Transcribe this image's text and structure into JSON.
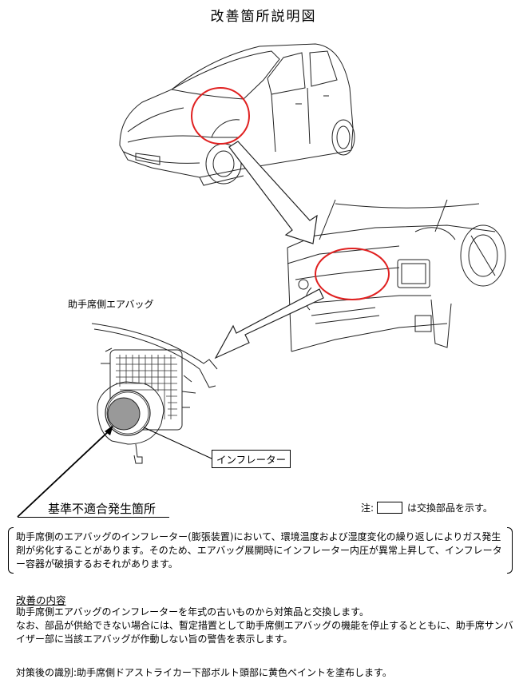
{
  "title": "改善箇所説明図",
  "labels": {
    "airbag": "助手席側エアバッグ",
    "inflator": "インフレーター",
    "defect_location": "基準不適合発生箇所",
    "note_prefix": "注:",
    "note_suffix": "は交換部品を示す。"
  },
  "description": "助手席側のエアバッグのインフレーター(膨張装置)において、環境温度および湿度変化の繰り返しによりガス発生剤が劣化することがあります。そのため、エアバッグ展開時にインフレーター内圧が異常上昇して、インフレーター容器が破損するおそれがあります。",
  "improvement": {
    "heading": "改善の内容",
    "lines": [
      "助手席側エアバッグのインフレーターを年式の古いものから対策品と交換します。",
      "なお、部品が供給できない場合には、暫定措置として助手席側エアバッグの機能を停止するとともに、助手席サンバイザー部に当該エアバッグが作動しない旨の警告を表示します。"
    ]
  },
  "identification": "対策後の識別:助手席側ドアストライカー下部ボルト頭部に黄色ペイントを塗布します。",
  "colors": {
    "highlight_ring": "#e02020",
    "inflator_fill": "#999999"
  }
}
